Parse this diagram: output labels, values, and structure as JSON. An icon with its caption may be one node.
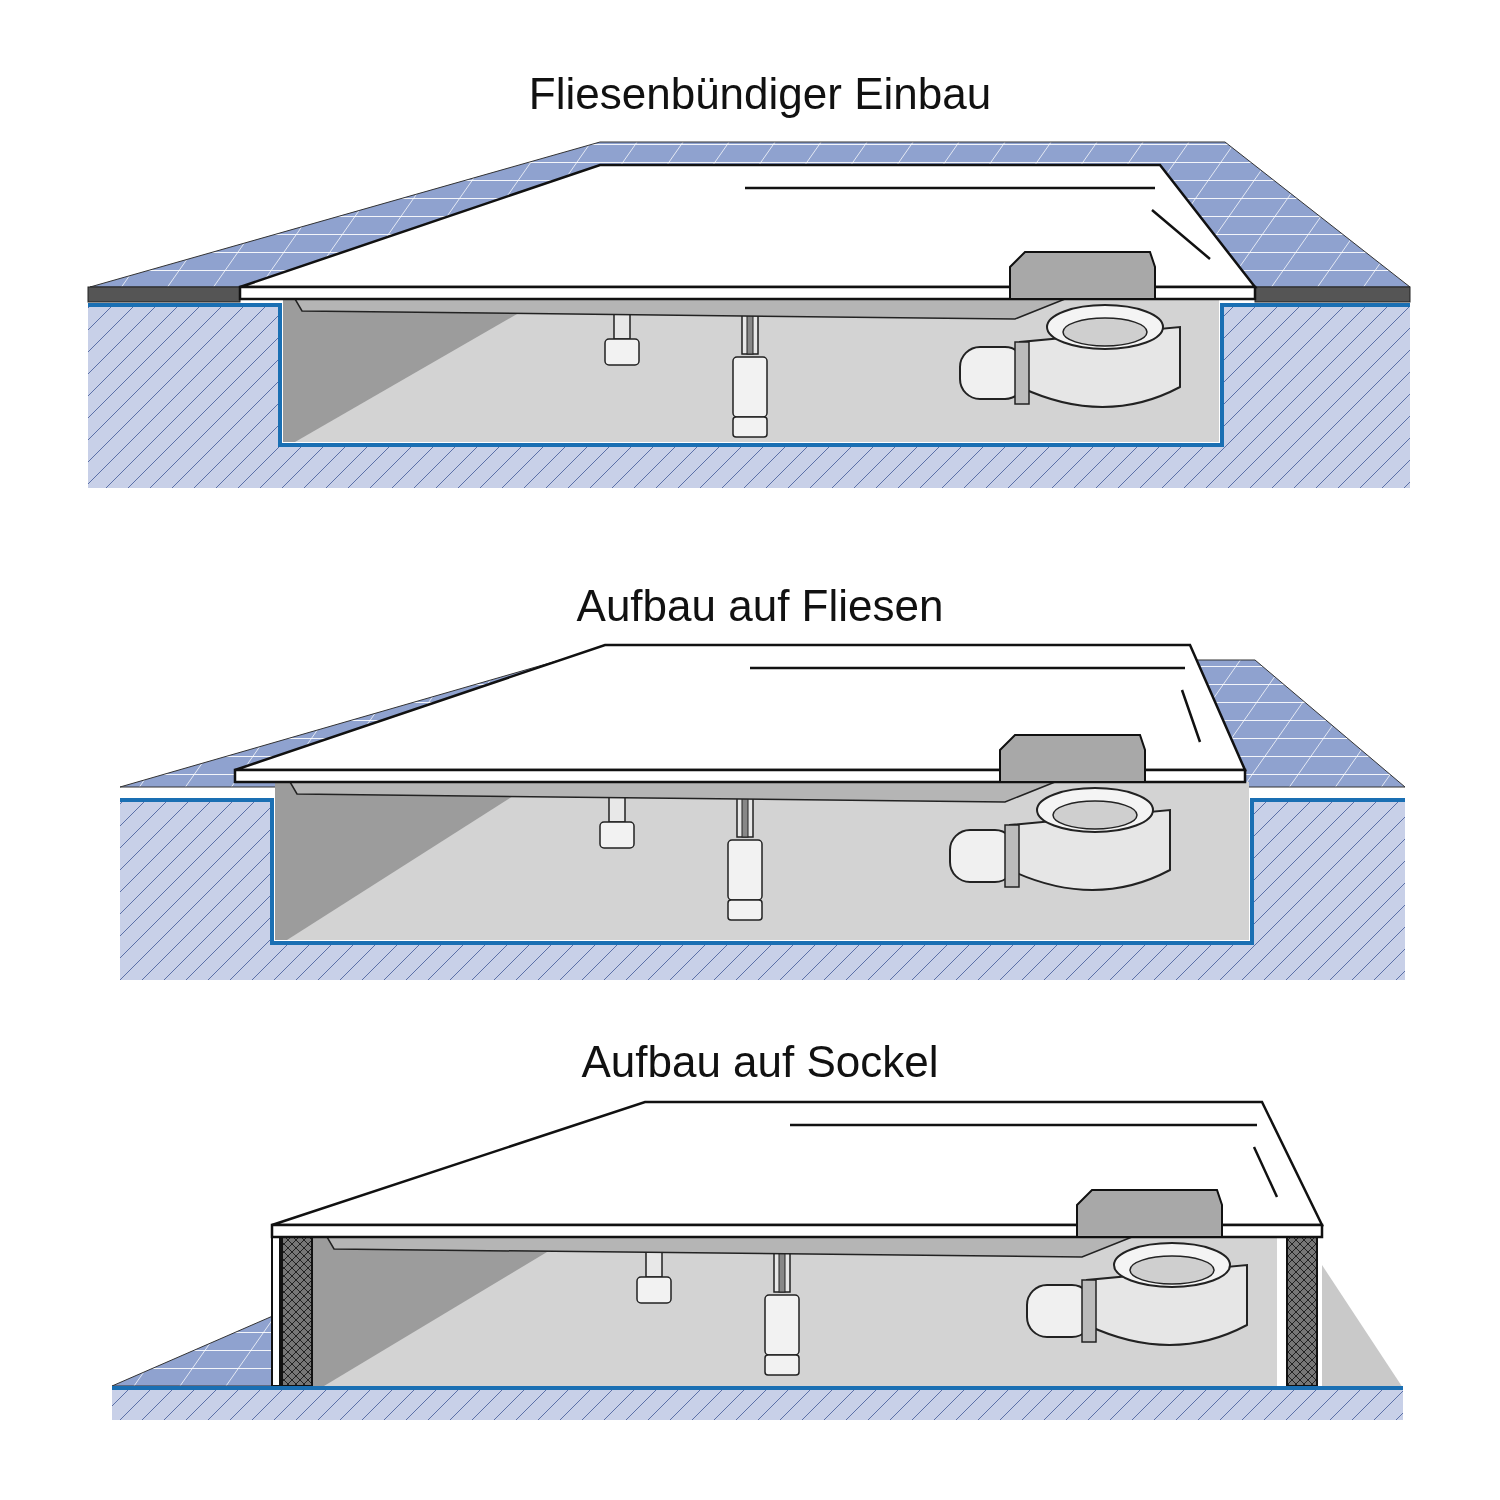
{
  "diagram": {
    "labels": [
      "Fliesenbündiger Einbau",
      "Aufbau auf Fliesen",
      "Aufbau auf Sockel"
    ]
  }
}
